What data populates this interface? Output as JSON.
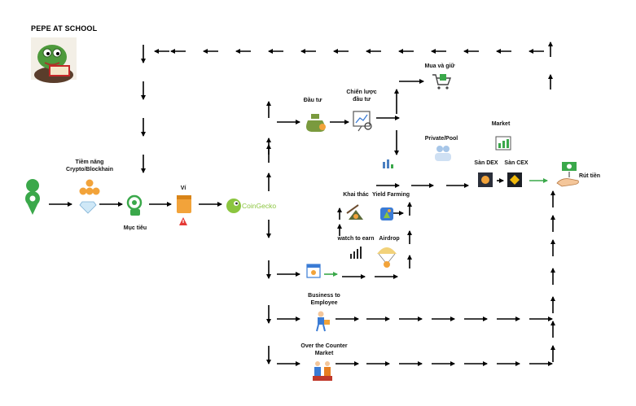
{
  "title": "PEPE AT SCHOOL",
  "brand": {
    "coingecko": "CoinGecko"
  },
  "labels": {
    "tiem_nang": "Tiềm năng",
    "crypto_blockchain": "Crypto/Blockhain",
    "muc_tieu": "Mục tiêu",
    "vi": "Ví",
    "dau_tu": "Đầu tư",
    "chien_luoc_1": "Chiến lược",
    "chien_luoc_2": "đầu tư",
    "mua_va_giu": "Mua và giữ",
    "private_pool": "Private/Pool",
    "market": "Market",
    "san_dex": "Sàn DEX",
    "san_cex": "Sàn CEX",
    "rut_tien": "Rút tiền",
    "khai_thac": "Khai thác",
    "yield_farming": "Yield Farming",
    "watch_to_earn": "watch to earn",
    "airdrop": "Airdrop",
    "b2e_1": "Business to",
    "b2e_2": "Employee",
    "otc_1": "Over the Counter",
    "otc_2": "Market"
  },
  "icons": [
    "pepe-avatar-icon",
    "location-pin-icon",
    "coins-icon",
    "diamond-icon",
    "target-icon",
    "wallet-icon",
    "warning-icon",
    "coingecko-icon",
    "money-bag-icon",
    "strategy-board-icon",
    "cart-icon",
    "people-pool-icon",
    "market-chart-icon",
    "dex-icon",
    "cex-icon",
    "cash-hand-icon",
    "mining-icon",
    "farming-icon",
    "growth-chart-icon",
    "airdrop-icon",
    "browser-coin-icon",
    "worker-icon",
    "market-stall-icon"
  ],
  "colors": {
    "arrow": "#000000",
    "accent_green": "#3aa84a",
    "warning_red": "#e53935",
    "coin_orange": "#f2a33a"
  }
}
